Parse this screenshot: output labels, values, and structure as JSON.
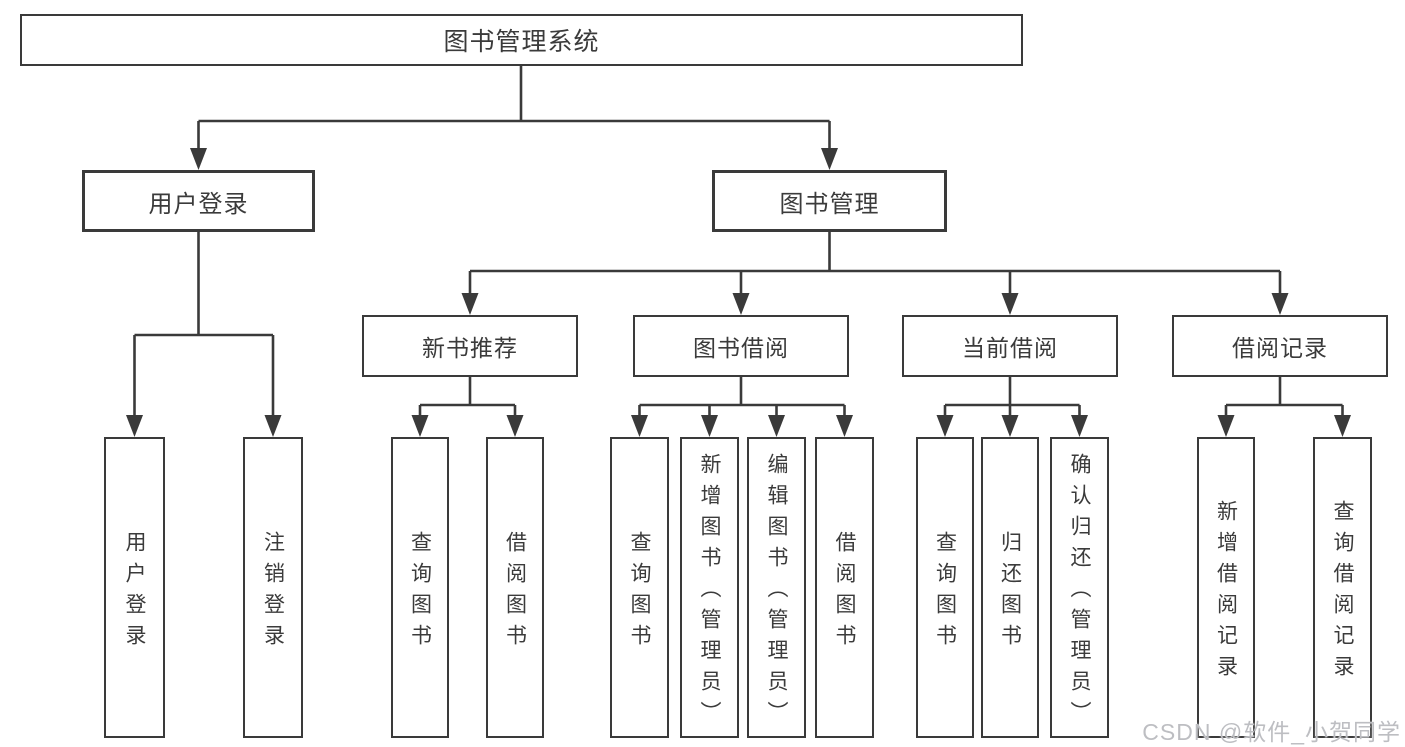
{
  "colors": {
    "line": "#3a3a3a",
    "text": "#3b3b3b",
    "box_bg": "#ffffff",
    "wm": "#bdbec2"
  },
  "watermark": "CSDN @软件_小贺同学",
  "tree": {
    "root": "图书管理系统",
    "user_login": {
      "label": "用户登录",
      "children": [
        "用户登录",
        "注销登录"
      ]
    },
    "book_mgmt": {
      "label": "图书管理",
      "sections": {
        "new_book_rec": {
          "label": "新书推荐",
          "children": [
            "查询图书",
            "借阅图书"
          ]
        },
        "book_borrow": {
          "label": "图书借阅",
          "children": [
            "查询图书",
            "新增图书（管理员）",
            "编辑图书（管理员）",
            "借阅图书"
          ]
        },
        "current_borrow": {
          "label": "当前借阅",
          "children": [
            "查询图书",
            "归还图书",
            "确认归还（管理员）"
          ]
        },
        "borrow_records": {
          "label": "借阅记录",
          "children": [
            "新增借阅记录",
            "查询借阅记录"
          ]
        }
      }
    }
  }
}
